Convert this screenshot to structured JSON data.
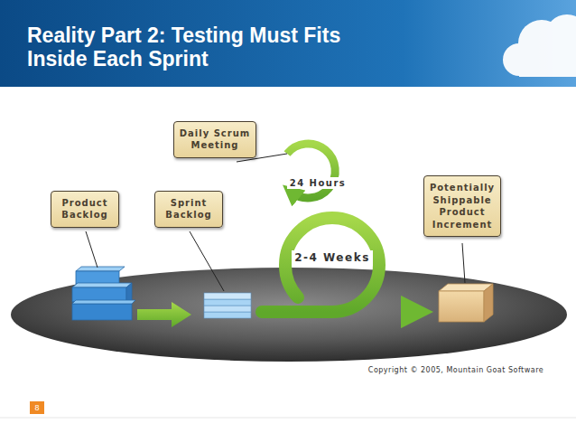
{
  "diagram": {
    "title": "Reality Part 2: Testing Must Fits Inside Each Sprint",
    "nodes": [
      {
        "text": [
          "Daily Scrum Meeting"
        ]
      },
      {
        "text": [
          "Product Backlog"
        ]
      },
      {
        "text": [
          "Sprint Backlog"
        ]
      },
      {
        "text": [
          "Potentially Shippable Product Increment"
        ]
      }
    ],
    "labels": [
      "24 Hours",
      "2-4 Weeks",
      "Copyright © 2005, Mountain Goat Software",
      "8"
    ]
  }
}
